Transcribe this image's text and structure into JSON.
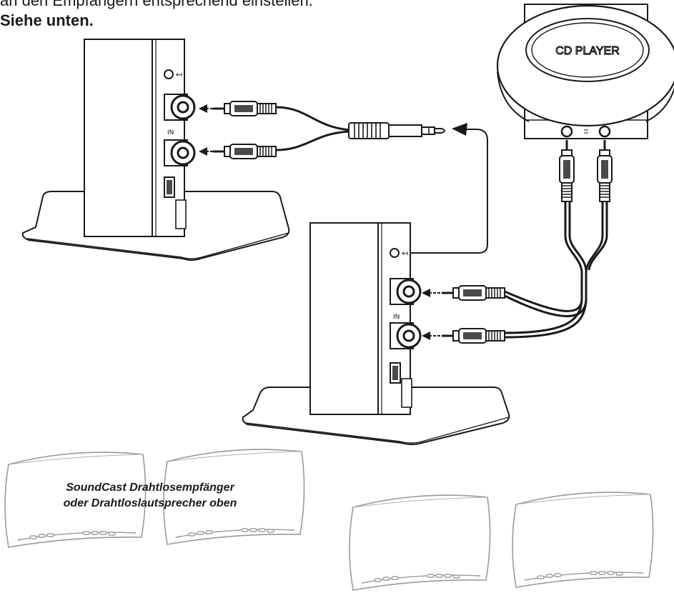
{
  "header": {
    "line1": "an den Empfängern entsprechend einstellen.",
    "line2": "Siehe unten."
  },
  "cd_player": {
    "label": "CD PLAYER"
  },
  "jacks": {
    "in_label": "IN"
  },
  "caption": {
    "line1": "SoundCast Drahtlosempfänger",
    "line2": "oder Drahtloslautsprecher oben"
  },
  "colors": {
    "line": "#1a1a1a",
    "plug_fill": "#ffffff",
    "grip_fill": "#4a4a4a"
  }
}
